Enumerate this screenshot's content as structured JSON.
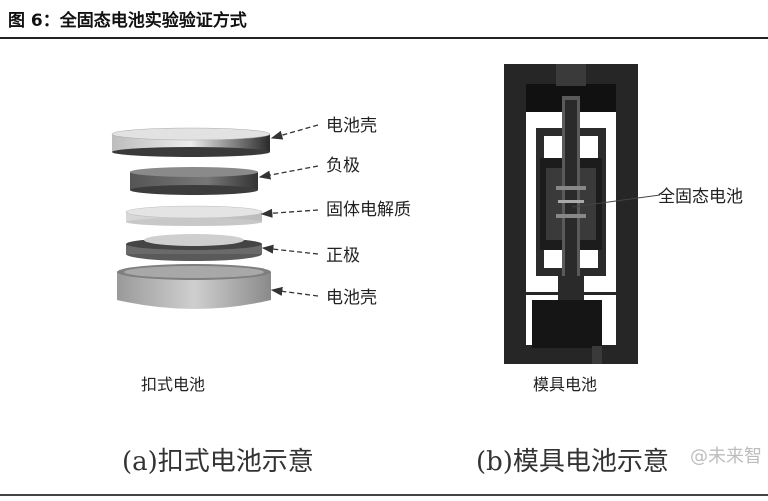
{
  "figure": {
    "title": "图 6：全固态电池实验验证方式"
  },
  "coin_cell": {
    "labels": {
      "top_shell": "电池壳",
      "anode": "负极",
      "electrolyte": "固体电解质",
      "cathode": "正极",
      "bottom_shell": "电池壳"
    },
    "caption": "扣式电池",
    "subcaption": "(a)扣式电池示意"
  },
  "mold_cell": {
    "label": "全固态电池",
    "caption": "模具电池",
    "subcaption": "(b)模具电池示意"
  },
  "watermark": "@未来智"
}
